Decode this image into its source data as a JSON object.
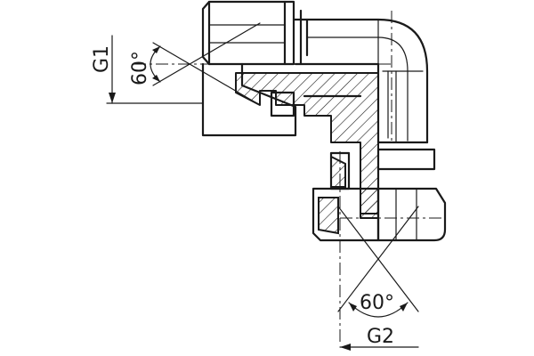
{
  "labels": {
    "thread_top": "G1",
    "angle_top": "60°",
    "angle_bottom": "60°",
    "thread_bottom": "G2"
  }
}
